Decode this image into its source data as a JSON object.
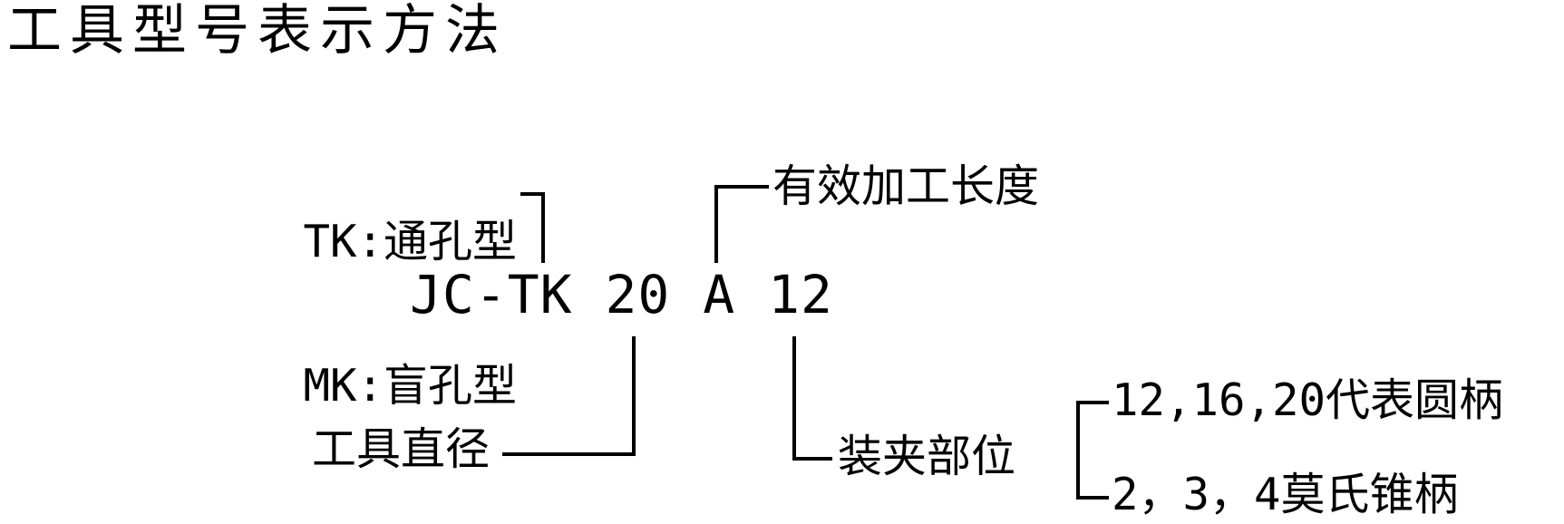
{
  "title": "工具型号表示方法",
  "diagram": {
    "model_code": "JC-TK 20 A 12",
    "labels": {
      "tk_type": "TK:通孔型",
      "mk_type": "MK:盲孔型",
      "effective_length": "有效加工长度",
      "tool_diameter": "工具直径",
      "clamping_part": "装夹部位",
      "round_shank": "12,16,20代表圆柄",
      "morse_taper": "2，3，4莫氏锥柄"
    },
    "line_color": "#000000"
  }
}
